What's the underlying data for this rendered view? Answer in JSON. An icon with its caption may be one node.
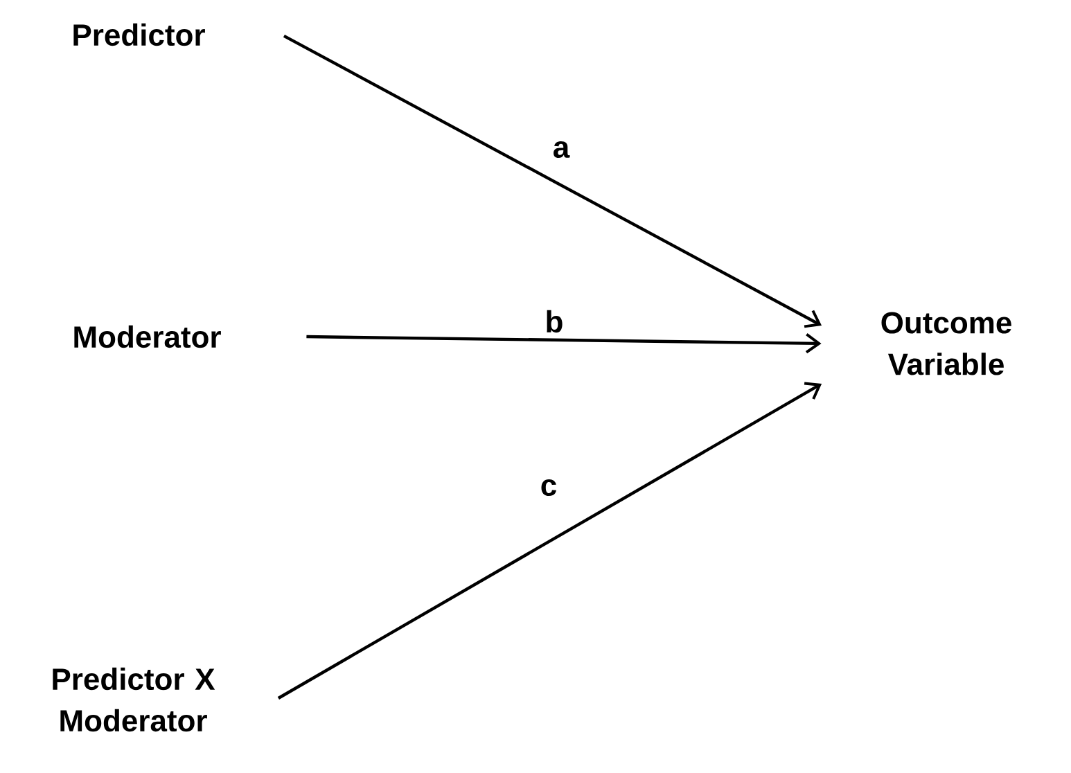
{
  "diagram": {
    "nodes": [
      {
        "text": [
          "Predictor"
        ]
      },
      {
        "text": [
          "Moderator"
        ]
      },
      {
        "text": [
          "Predictor X Moderator"
        ]
      },
      {
        "text": [
          "Outcome Variable"
        ]
      }
    ],
    "edges": [
      {
        "from": 0,
        "to": 3,
        "arrow": "to",
        "label": "a"
      },
      {
        "from": 1,
        "to": 3,
        "arrow": "to",
        "label": "b"
      },
      {
        "from": 2,
        "to": 3,
        "arrow": "to",
        "label": "c"
      }
    ]
  }
}
